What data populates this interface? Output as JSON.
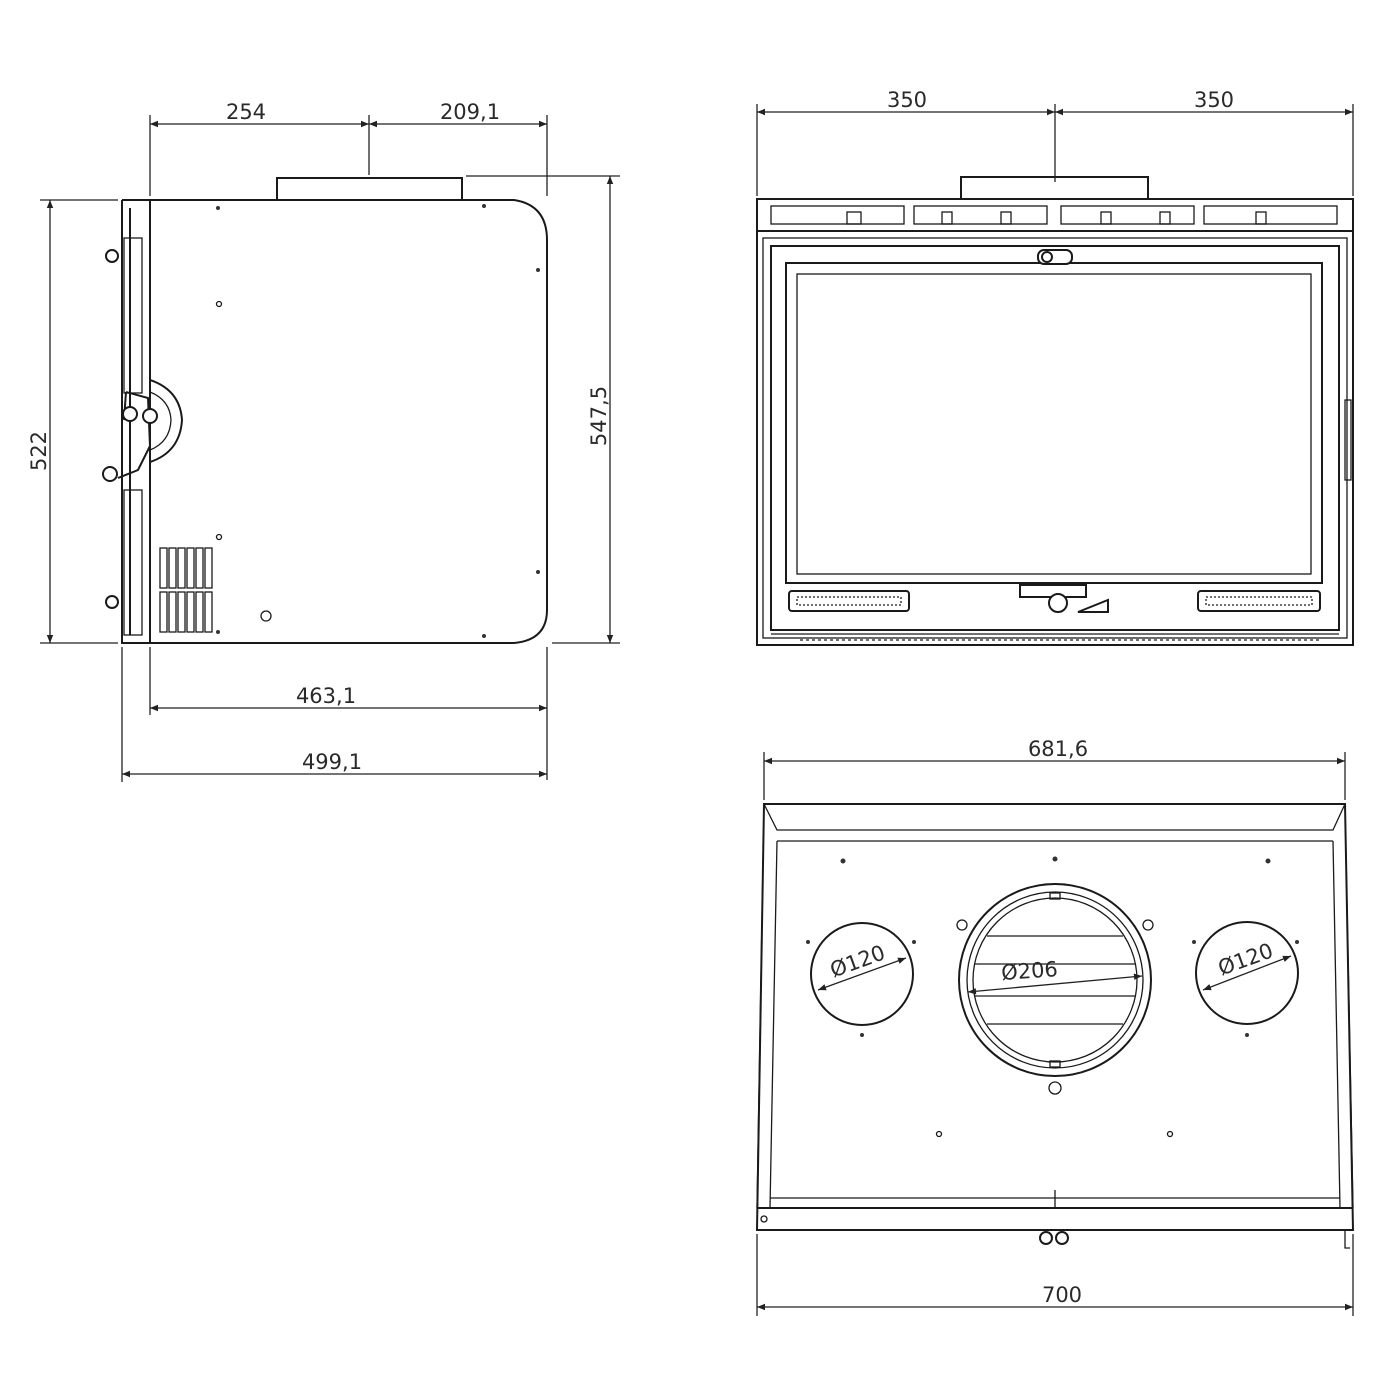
{
  "dimensions": {
    "side_top_left": "254",
    "side_top_right": "209,1",
    "side_height_left": "522",
    "side_height_right": "547,5",
    "side_depth_inner": "463,1",
    "side_depth_outer": "499,1",
    "front_half_left": "350",
    "front_half_right": "350",
    "top_width_inner": "681,6",
    "top_width_outer": "700"
  },
  "outlets": {
    "left": "Ø120",
    "center": "Ø206",
    "right": "Ø120"
  }
}
